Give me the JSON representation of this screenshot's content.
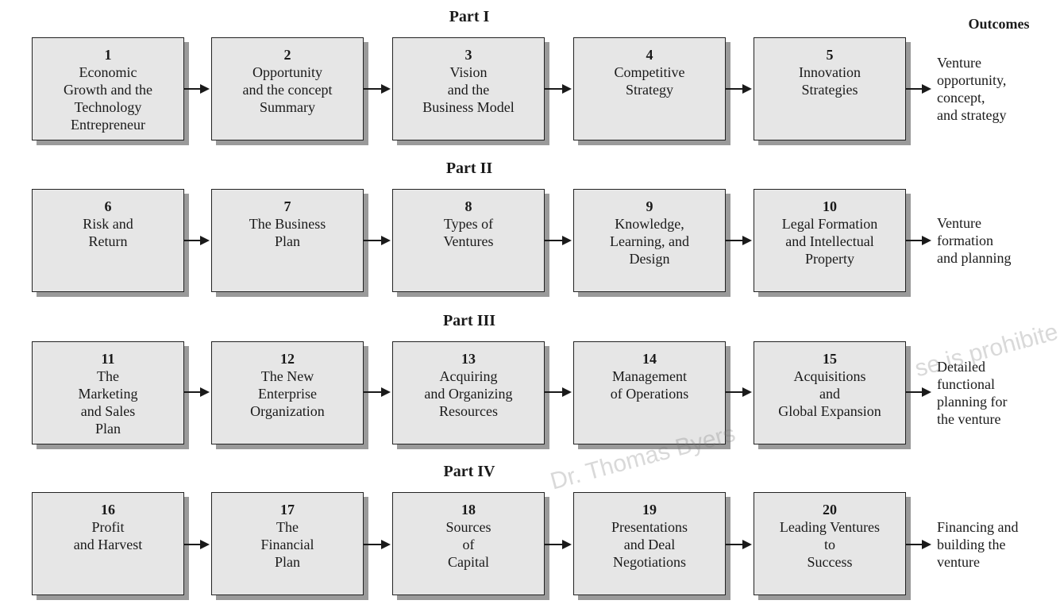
{
  "outcomes_header": "Outcomes",
  "parts": [
    {
      "title": "Part I",
      "boxes": [
        {
          "num": "1",
          "label": "Economic\nGrowth and the\nTechnology\nEntrepreneur"
        },
        {
          "num": "2",
          "label": "Opportunity\nand the concept\nSummary"
        },
        {
          "num": "3",
          "label": "Vision\nand the\nBusiness Model"
        },
        {
          "num": "4",
          "label": "Competitive\nStrategy"
        },
        {
          "num": "5",
          "label": "Innovation\nStrategies"
        }
      ],
      "outcome": "Venture\nopportunity,\nconcept,\nand strategy"
    },
    {
      "title": "Part II",
      "boxes": [
        {
          "num": "6",
          "label": "Risk and\nReturn"
        },
        {
          "num": "7",
          "label": "The Business\nPlan"
        },
        {
          "num": "8",
          "label": "Types of\nVentures"
        },
        {
          "num": "9",
          "label": "Knowledge,\nLearning, and\nDesign"
        },
        {
          "num": "10",
          "label": "Legal Formation\nand Intellectual\nProperty"
        }
      ],
      "outcome": "Venture\nformation\nand planning"
    },
    {
      "title": "Part III",
      "boxes": [
        {
          "num": "11",
          "label": "The\nMarketing\nand Sales\nPlan"
        },
        {
          "num": "12",
          "label": "The New\nEnterprise\nOrganization"
        },
        {
          "num": "13",
          "label": "Acquiring\nand Organizing\nResources"
        },
        {
          "num": "14",
          "label": "Management\nof Operations"
        },
        {
          "num": "15",
          "label": "Acquisitions\nand\nGlobal Expansion"
        }
      ],
      "outcome": "Detailed\nfunctional\nplanning for\nthe venture"
    },
    {
      "title": "Part IV",
      "boxes": [
        {
          "num": "16",
          "label": "Profit\nand Harvest"
        },
        {
          "num": "17",
          "label": "The\nFinancial\nPlan"
        },
        {
          "num": "18",
          "label": "Sources\nof\nCapital"
        },
        {
          "num": "19",
          "label": "Presentations\nand Deal\nNegotiations"
        },
        {
          "num": "20",
          "label": "Leading Ventures\nto\nSuccess"
        }
      ],
      "outcome": "Financing and\nbuilding the\nventure"
    }
  ],
  "watermark": {
    "text_1": "Dr. Thomas Byers",
    "text_2": "se is prohibite"
  }
}
